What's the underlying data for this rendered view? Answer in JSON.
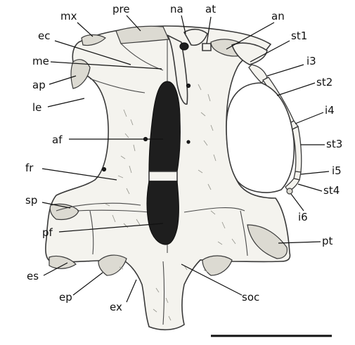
{
  "figure": {
    "labels": [
      {
        "id": "mx",
        "text": "mx"
      },
      {
        "id": "pre",
        "text": "pre"
      },
      {
        "id": "na",
        "text": "na"
      },
      {
        "id": "at",
        "text": "at"
      },
      {
        "id": "an",
        "text": "an"
      },
      {
        "id": "ec",
        "text": "ec"
      },
      {
        "id": "st1",
        "text": "st1"
      },
      {
        "id": "me",
        "text": "me"
      },
      {
        "id": "i3",
        "text": "i3"
      },
      {
        "id": "ap",
        "text": "ap"
      },
      {
        "id": "st2",
        "text": "st2"
      },
      {
        "id": "le",
        "text": "le"
      },
      {
        "id": "i4",
        "text": "i4"
      },
      {
        "id": "af",
        "text": "af"
      },
      {
        "id": "st3",
        "text": "st3"
      },
      {
        "id": "fr",
        "text": "fr"
      },
      {
        "id": "i5",
        "text": "i5"
      },
      {
        "id": "st4",
        "text": "st4"
      },
      {
        "id": "sp",
        "text": "sp"
      },
      {
        "id": "i6",
        "text": "i6"
      },
      {
        "id": "pf",
        "text": "pf"
      },
      {
        "id": "pt",
        "text": "pt"
      },
      {
        "id": "es",
        "text": "es"
      },
      {
        "id": "ep",
        "text": "ep"
      },
      {
        "id": "ex",
        "text": "ex"
      },
      {
        "id": "soc",
        "text": "soc"
      }
    ]
  }
}
